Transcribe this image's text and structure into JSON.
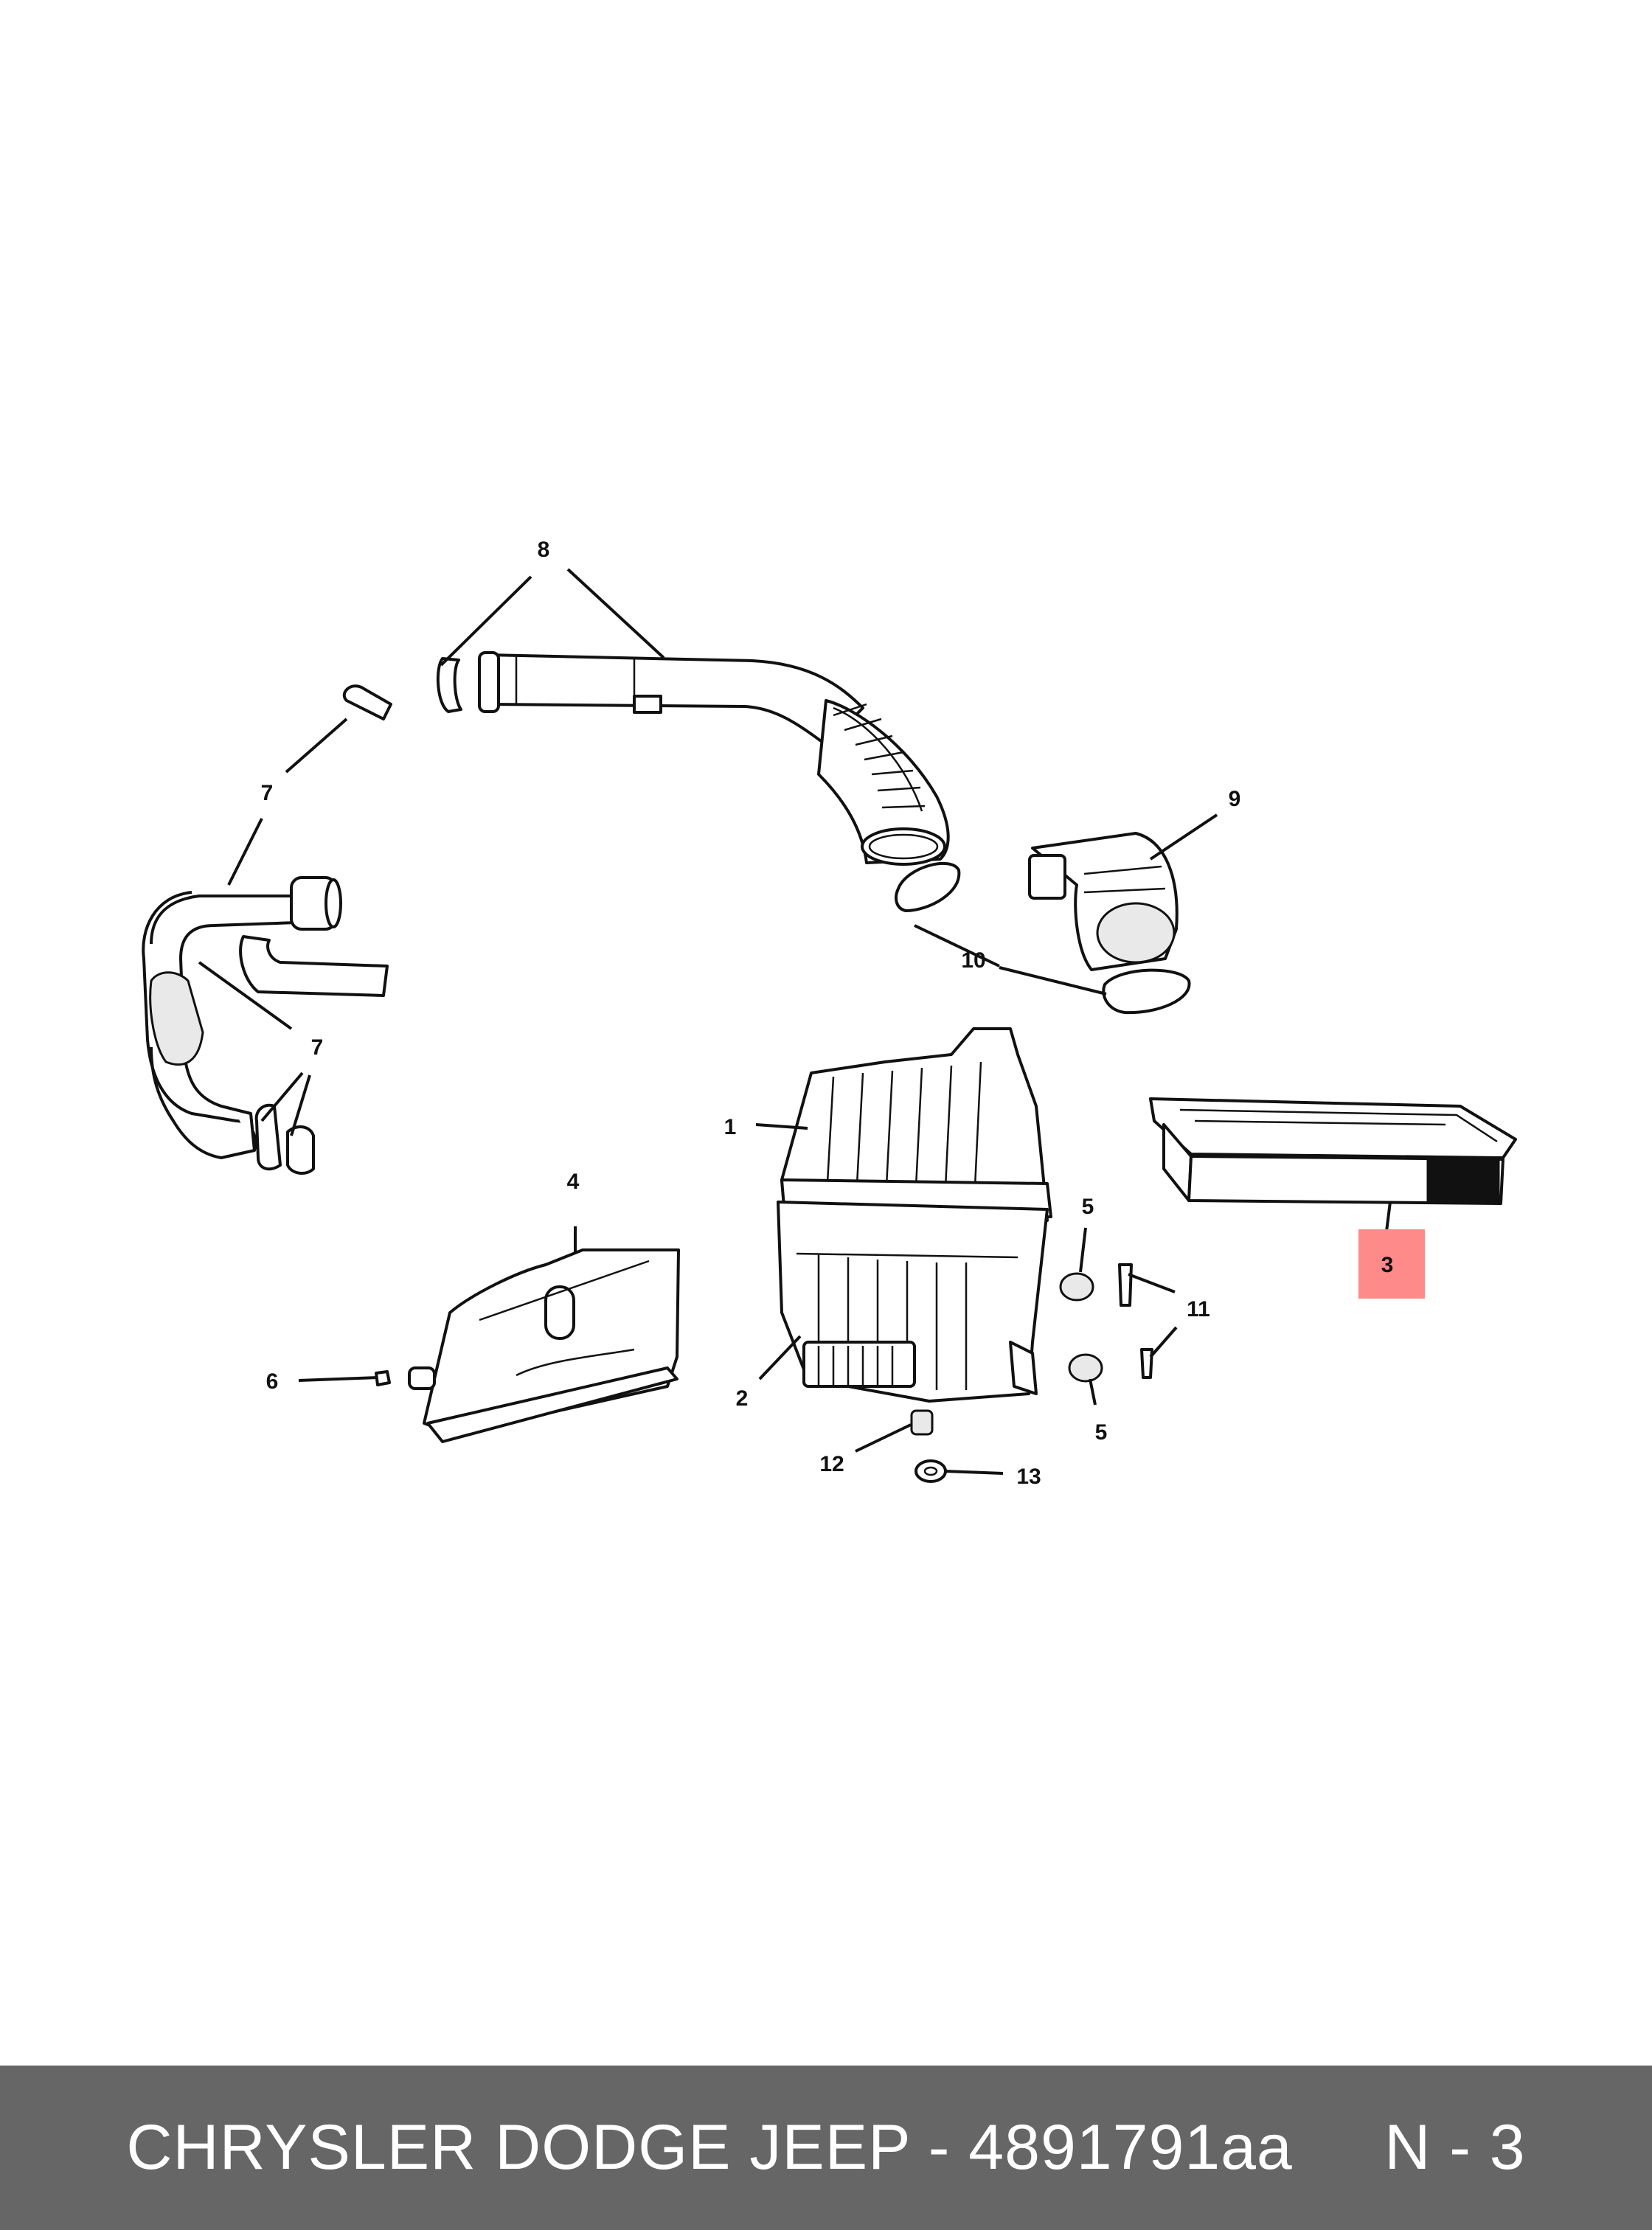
{
  "diagram": {
    "callouts": [
      {
        "id": "1",
        "label": "1"
      },
      {
        "id": "2",
        "label": "2"
      },
      {
        "id": "3",
        "label": "3",
        "highlighted": true
      },
      {
        "id": "4",
        "label": "4"
      },
      {
        "id": "5a",
        "label": "5"
      },
      {
        "id": "5b",
        "label": "5"
      },
      {
        "id": "6",
        "label": "6"
      },
      {
        "id": "7a",
        "label": "7"
      },
      {
        "id": "7b",
        "label": "7"
      },
      {
        "id": "8",
        "label": "8"
      },
      {
        "id": "9",
        "label": "9"
      },
      {
        "id": "10",
        "label": "10"
      },
      {
        "id": "11",
        "label": "11"
      },
      {
        "id": "12",
        "label": "12"
      },
      {
        "id": "13",
        "label": "13"
      }
    ],
    "highlight_color": "#ff8a8a"
  },
  "footer": {
    "text": "CHRYSLER DODGE JEEP - 4891791aa     N - 3",
    "background": "#666666",
    "text_color": "#ffffff"
  }
}
